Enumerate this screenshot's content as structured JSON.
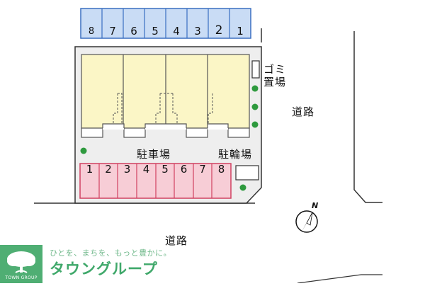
{
  "top_parking": {
    "numbers": [
      "8",
      "7",
      "6",
      "5",
      "4",
      "3",
      "2",
      "1"
    ],
    "color": "#c9dcf5"
  },
  "bottom_parking": {
    "numbers": [
      "1",
      "2",
      "3",
      "4",
      "5",
      "6",
      "7",
      "8"
    ],
    "color": "#f7cdd6"
  },
  "units_color": "#fbf6c6",
  "labels": {
    "parking": "駐車場",
    "bicycle_parking": "駐輪場",
    "garbage_line1": "ゴミ",
    "garbage_line2": "置場",
    "road_right": "道路",
    "road_bottom": "道路",
    "north": "N"
  },
  "footer": {
    "slogan": "ひとを、まちを、もっと豊かに。",
    "brand": "タウングループ",
    "logo_text": "TOWN GROUP"
  }
}
